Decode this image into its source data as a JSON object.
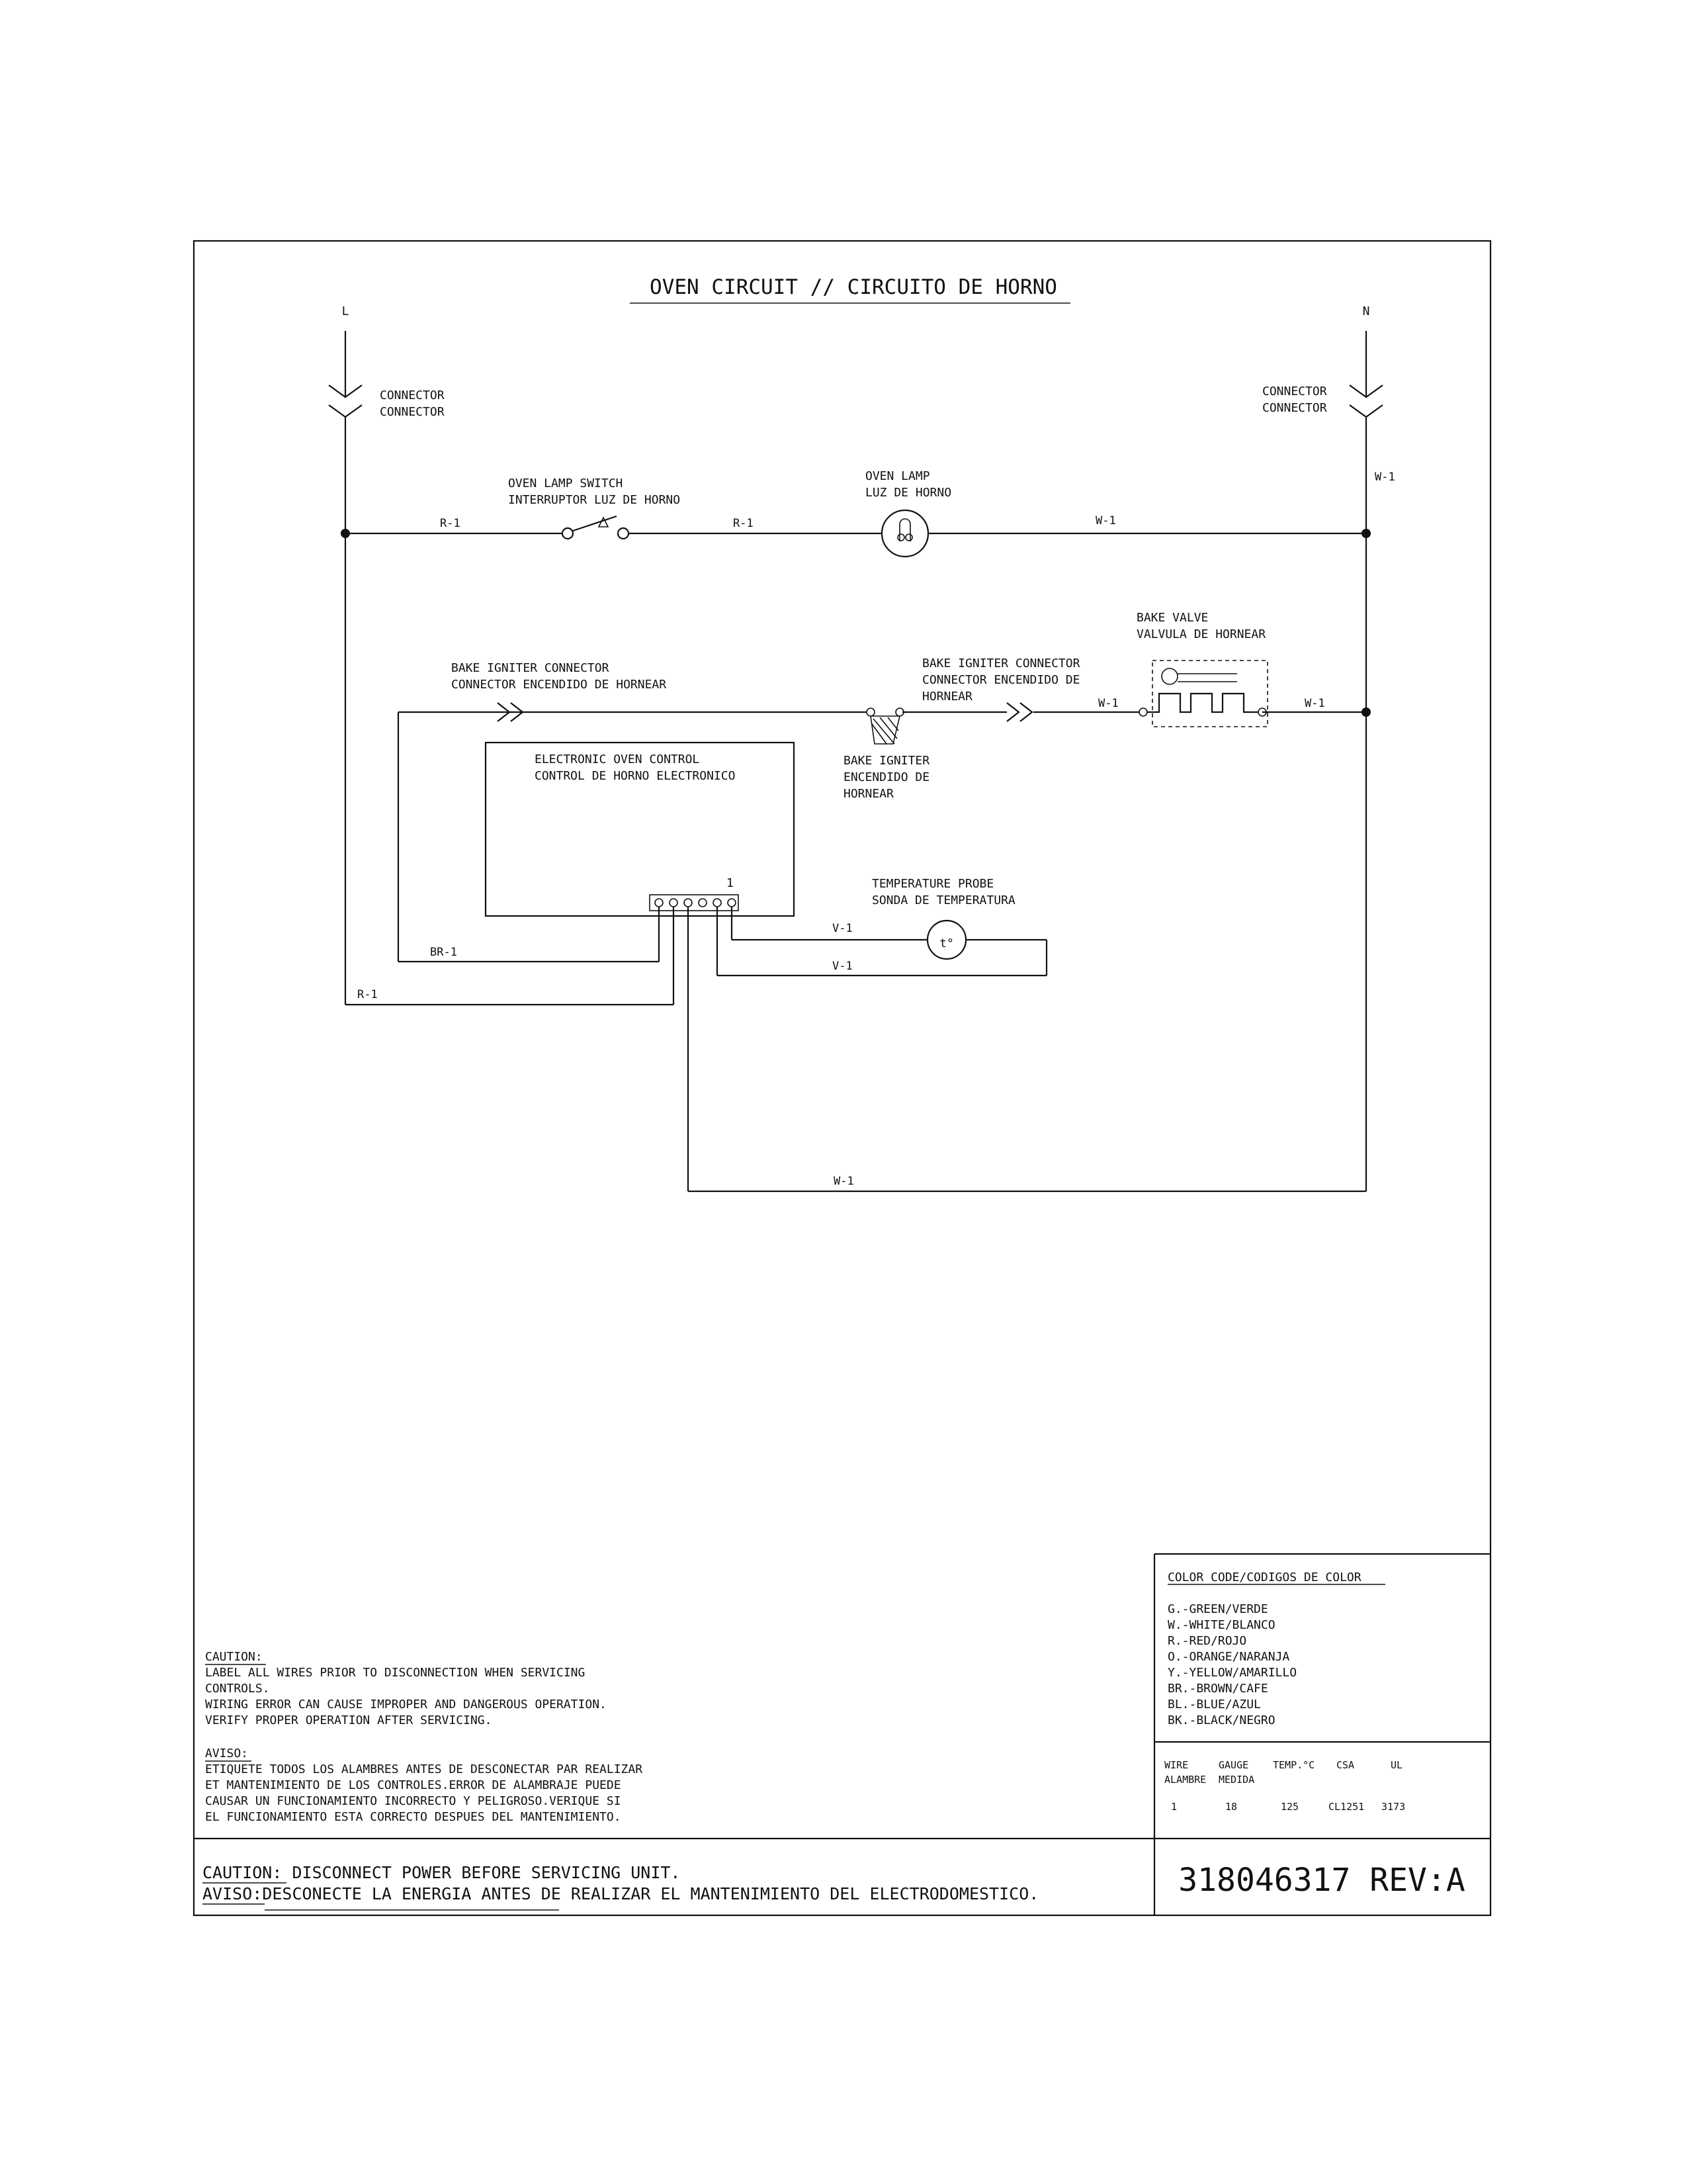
{
  "title": "OVEN CIRCUIT // CIRCUITO DE HORNO",
  "terminals": {
    "line": "L",
    "neutral": "N"
  },
  "connector_left": [
    "CONNECTOR",
    "CONNECTOR"
  ],
  "connector_right": [
    "CONNECTOR",
    "CONNECTOR"
  ],
  "components": {
    "oven_lamp_switch": [
      "OVEN LAMP SWITCH",
      "INTERRUPTOR LUZ DE HORNO"
    ],
    "oven_lamp": [
      "OVEN LAMP",
      "LUZ DE HORNO"
    ],
    "bake_valve": [
      "BAKE VALVE",
      "VALVULA DE HORNEAR"
    ],
    "igniter_connector_left": [
      "BAKE IGNITER CONNECTOR",
      "CONNECTOR ENCENDIDO DE HORNEAR"
    ],
    "igniter_connector_right": [
      "BAKE IGNITER CONNECTOR",
      "CONNECTOR ENCENDIDO DE",
      "HORNEAR"
    ],
    "bake_igniter": [
      "BAKE IGNITER",
      "ENCENDIDO DE",
      "HORNEAR"
    ],
    "control": [
      "ELECTRONIC OVEN CONTROL",
      "CONTROL DE HORNO ELECTRONICO"
    ],
    "pin_one": "1",
    "temp_probe": [
      "TEMPERATURE PROBE",
      "SONDA DE TEMPERATURA"
    ],
    "probe_symbol": "t°"
  },
  "wires": {
    "r1_a": "R-1",
    "r1_b": "R-1",
    "w1_lamp": "W-1",
    "w1_right": "W-1",
    "w1_valve_in": "W-1",
    "w1_valve_out": "W-1",
    "v1_a": "V-1",
    "v1_b": "V-1",
    "br1": "BR-1",
    "r1_bottom": "R-1",
    "w1_bottom": "W-1"
  },
  "color_code": {
    "title": "COLOR CODE/CODIGOS DE COLOR",
    "items": [
      "G.-GREEN/VERDE",
      "W.-WHITE/BLANCO",
      "R.-RED/ROJO",
      "O.-ORANGE/NARANJA",
      "Y.-YELLOW/AMARILLO",
      "BR.-BROWN/CAFE",
      "BL.-BLUE/AZUL",
      "BK.-BLACK/NEGRO"
    ]
  },
  "wire_table": {
    "headers": [
      "WIRE",
      "GAUGE",
      "TEMP.°C",
      "CSA",
      "UL"
    ],
    "headers_es": [
      "ALAMBRE",
      "MEDIDA"
    ],
    "row": [
      "1",
      "18",
      "125",
      "CL1251",
      "3173"
    ]
  },
  "caution_block": {
    "caution_title": "CAUTION:",
    "caution_lines": [
      "LABEL ALL WIRES PRIOR TO DISCONNECTION WHEN SERVICING",
      "CONTROLS.",
      "WIRING ERROR CAN CAUSE IMPROPER AND DANGEROUS OPERATION.",
      "VERIFY PROPER OPERATION AFTER SERVICING."
    ],
    "aviso_title": "AVISO:",
    "aviso_lines": [
      "ETIQUETE TODOS LOS ALAMBRES ANTES DE DESCONECTAR PAR REALIZAR",
      "ET MANTENIMIENTO DE LOS CONTROLES.ERROR DE ALAMBRAJE  PUEDE",
      "CAUSAR UN FUNCIONAMIENTO INCORRECTO Y PELIGROSO.VERIQUE SI",
      "EL FUNCIONAMIENTO ESTA CORRECTO DESPUES DEL MANTENIMIENTO."
    ]
  },
  "footer": {
    "caution_label": "CAUTION:",
    "caution_text": " DISCONNECT POWER BEFORE SERVICING UNIT.",
    "aviso_label": "AVISO:",
    "aviso_text": "DESCONECTE LA ENERGIA ANTES DE REALIZAR EL MANTENIMIENTO DEL ELECTRODOMESTICO.",
    "part_number": "318046317 REV:A"
  }
}
